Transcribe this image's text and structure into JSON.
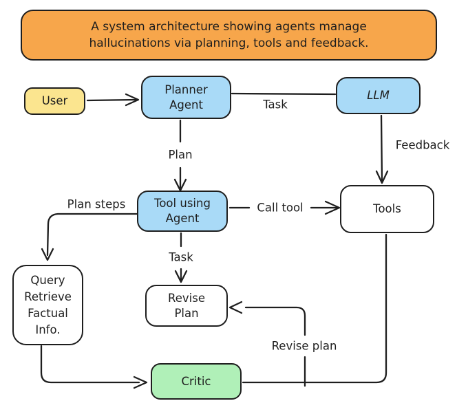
{
  "banner": {
    "line1": "A system architecture showing agents manage",
    "line2": "hallucinations via planning, tools and feedback.",
    "fill": "#f7a64b"
  },
  "nodes": {
    "user": {
      "label": "User",
      "fill": "#fbe58f"
    },
    "planner": {
      "line1": "Planner",
      "line2": "Agent",
      "fill": "#a9daf7"
    },
    "llm": {
      "label": "LLM",
      "fill": "#a9daf7"
    },
    "tools": {
      "label": "Tools",
      "fill": "#ffffff"
    },
    "tool_agent": {
      "line1": "Tool using",
      "line2": "Agent",
      "fill": "#a9daf7"
    },
    "query": {
      "line1": "Query",
      "line2": "Retrieve",
      "line3": "Factual",
      "line4": "Info.",
      "fill": "#ffffff"
    },
    "revise_plan": {
      "line1": "Revise",
      "line2": "Plan",
      "fill": "#ffffff"
    },
    "critic": {
      "label": "Critic",
      "fill": "#b0f0b8"
    }
  },
  "edge_labels": {
    "task_top": "Task",
    "plan": "Plan",
    "feedback": "Feedback",
    "plan_steps": "Plan steps",
    "call_tool": "Call tool",
    "task_mid": "Task",
    "revise_plan": "Revise plan"
  },
  "colors": {
    "ink": "#1e1e1e",
    "background": "#ffffff",
    "banner_orange": "#f7a64b",
    "node_blue": "#a9daf7",
    "node_yellow": "#fbe58f",
    "node_green": "#b0f0b8"
  }
}
